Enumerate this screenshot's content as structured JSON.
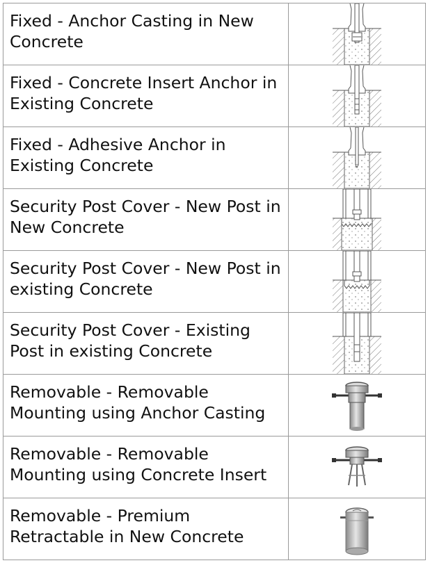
{
  "rows": [
    {
      "label": "Fixed - Anchor Casting in New Concrete",
      "icon": "anchor-casting-new-concrete-diagram"
    },
    {
      "label": "Fixed - Concrete Insert Anchor in Existing Concrete",
      "icon": "concrete-insert-anchor-diagram"
    },
    {
      "label": "Fixed - Adhesive Anchor in Existing Concrete",
      "icon": "adhesive-anchor-diagram"
    },
    {
      "label": "Security Post Cover - New Post in New Concrete",
      "icon": "post-cover-new-post-new-concrete-diagram"
    },
    {
      "label": "Security Post Cover - New Post in existing Concrete",
      "icon": "post-cover-new-post-existing-concrete-diagram"
    },
    {
      "label": "Security Post Cover - Existing Post in existing Concrete",
      "icon": "post-cover-existing-post-diagram"
    },
    {
      "label": "Removable - Removable Mounting using Anchor Casting",
      "icon": "removable-anchor-casting-photo"
    },
    {
      "label": "Removable - Removable Mounting using Concrete Insert",
      "icon": "removable-concrete-insert-photo"
    },
    {
      "label": "Removable - Premium Retractable in New Concrete",
      "icon": "premium-retractable-photo"
    }
  ]
}
